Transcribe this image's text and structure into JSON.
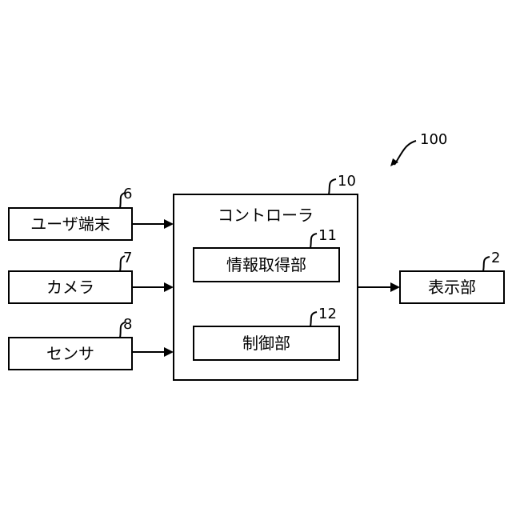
{
  "diagram": {
    "system_ref": "100",
    "inputs": [
      {
        "label": "ユーザ端末",
        "ref": "6"
      },
      {
        "label": "カメラ",
        "ref": "7"
      },
      {
        "label": "センサ",
        "ref": "8"
      }
    ],
    "controller": {
      "label": "コントローラ",
      "ref": "10",
      "units": [
        {
          "label": "情報取得部",
          "ref": "11"
        },
        {
          "label": "制御部",
          "ref": "12"
        }
      ]
    },
    "output": {
      "label": "表示部",
      "ref": "2"
    }
  }
}
